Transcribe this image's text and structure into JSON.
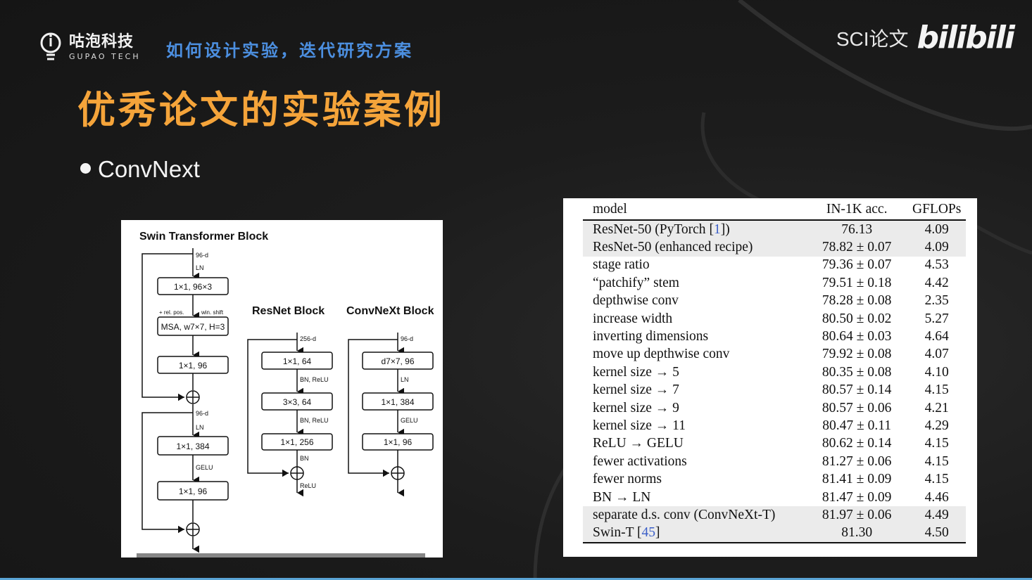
{
  "header": {
    "logo_cn": "咕泡科技",
    "logo_en": "GUPAO TECH",
    "subtitle": "如何设计实验，迭代研究方案",
    "brand_sci": "SCI论文",
    "brand_bili": "bilibili"
  },
  "slide": {
    "title": "优秀论文的实验案例",
    "bullet": "ConvNext"
  },
  "diagram": {
    "swin_title": "Swin Transformer Block",
    "resnet_title": "ResNet Block",
    "convnext_title": "ConvNeXt Block",
    "swin": {
      "in_dim": "96-d",
      "ln1": "LN",
      "box1": "1×1, 96×3",
      "rel_pos": "+ rel. pos.",
      "win_shift": "win. shift",
      "box2": "MSA, w7×7, H=3",
      "box3": "1×1, 96",
      "mid_dim": "96-d",
      "ln2": "LN",
      "box4": "1×1, 384",
      "gelu": "GELU",
      "box5": "1×1, 96"
    },
    "resnet": {
      "in_dim": "256-d",
      "box1": "1×1, 64",
      "act1": "BN, ReLU",
      "box2": "3×3, 64",
      "act2": "BN, ReLU",
      "box3": "1×1, 256",
      "bn": "BN",
      "relu": "ReLU"
    },
    "convnext": {
      "in_dim": "96-d",
      "box1": "d7×7, 96",
      "ln": "LN",
      "box2": "1×1, 384",
      "gelu": "GELU",
      "box3": "1×1, 96"
    }
  },
  "table": {
    "headers": [
      "model",
      "IN-1K acc.",
      "GFLOPs"
    ],
    "rows": [
      {
        "model": "ResNet-50 (PyTorch ",
        "cite": "1",
        "suffix": ")",
        "acc": "76.13",
        "gflops": "4.09",
        "shaded": true
      },
      {
        "model": "ResNet-50 (enhanced recipe)",
        "acc": "78.82 ± 0.07",
        "gflops": "4.09",
        "shaded": true
      },
      {
        "model": "stage ratio",
        "acc": "79.36 ± 0.07",
        "gflops": "4.53"
      },
      {
        "model": "“patchify” stem",
        "acc": "79.51 ± 0.18",
        "gflops": "4.42"
      },
      {
        "model": "depthwise conv",
        "acc": "78.28 ± 0.08",
        "gflops": "2.35"
      },
      {
        "model": "increase width",
        "acc": "80.50 ± 0.02",
        "gflops": "5.27"
      },
      {
        "model": "inverting dimensions",
        "acc": "80.64 ± 0.03",
        "gflops": "4.64"
      },
      {
        "model": "move up depthwise conv",
        "acc": "79.92 ± 0.08",
        "gflops": "4.07"
      },
      {
        "model": "kernel size → 5",
        "acc": "80.35 ± 0.08",
        "gflops": "4.10"
      },
      {
        "model": "kernel size → 7",
        "acc": "80.57 ± 0.14",
        "gflops": "4.15"
      },
      {
        "model": "kernel size → 9",
        "acc": "80.57 ± 0.06",
        "gflops": "4.21"
      },
      {
        "model": "kernel size → 11",
        "acc": "80.47 ± 0.11",
        "gflops": "4.29"
      },
      {
        "model": "ReLU → GELU",
        "acc": "80.62 ± 0.14",
        "gflops": "4.15"
      },
      {
        "model": "fewer activations",
        "acc": "81.27 ± 0.06",
        "gflops": "4.15"
      },
      {
        "model": "fewer norms",
        "acc": "81.41 ± 0.09",
        "gflops": "4.15"
      },
      {
        "model": "BN → LN",
        "acc": "81.47 ± 0.09",
        "gflops": "4.46"
      },
      {
        "model": "separate d.s. conv (ConvNeXt-T)",
        "acc": "81.97 ± 0.06",
        "gflops": "4.49",
        "shaded": true
      },
      {
        "model": "Swin-T ",
        "cite": "45",
        "suffix": "",
        "acc": "81.30",
        "gflops": "4.50",
        "shaded": true
      }
    ]
  },
  "colors": {
    "title_orange": "#f5a43a",
    "subtitle_blue": "#4c8fe0",
    "cite_blue": "#3b5fc8"
  }
}
